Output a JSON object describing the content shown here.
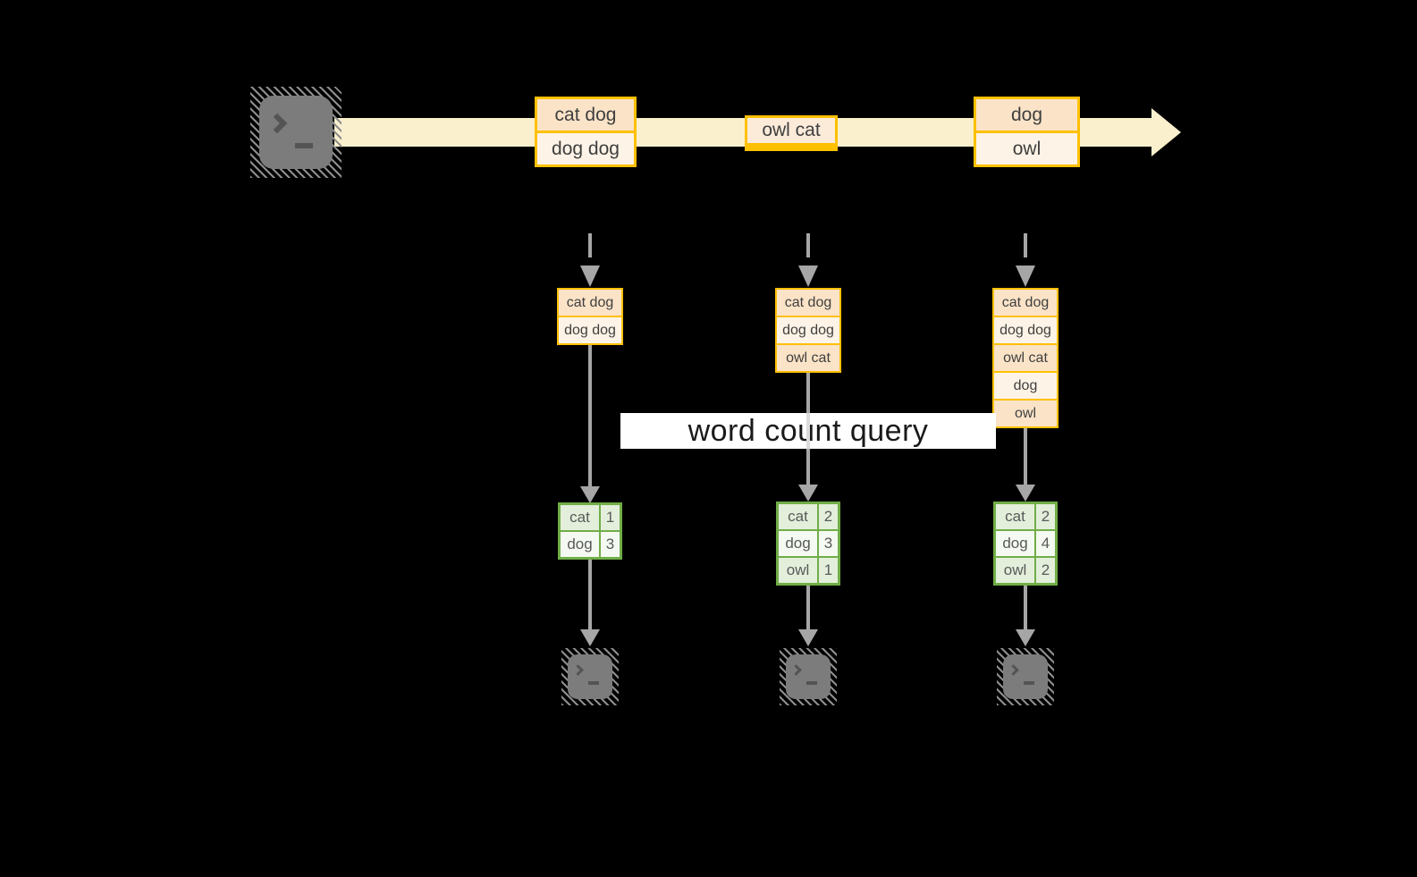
{
  "colors": {
    "background": "#000000",
    "gold_border": "#FFC000",
    "peach_fill": "#FBE3C7",
    "cream_fill": "#FDF3E6",
    "single_box_fill": "#FCEBD9",
    "stream_band": "#FAF0CD",
    "green_border": "#70AD47",
    "green_fill": "#E3EFDB",
    "green_fill_light": "#F4F9F1",
    "arrow_gray": "#A6A6A6",
    "terminal_gray": "#7C7C7C",
    "label_bg": "#FFFFFF",
    "label_text": "#1A1A1A",
    "box_text": "#3F3F3F",
    "table_text": "#595959"
  },
  "icons": {
    "source": "terminal-icon",
    "sinks": [
      "terminal-icon",
      "terminal-icon",
      "terminal-icon"
    ]
  },
  "stream": {
    "batches": [
      [
        "cat dog",
        "dog dog"
      ],
      [
        "owl cat"
      ],
      [
        "dog",
        "owl"
      ]
    ]
  },
  "query": {
    "label": "word count query"
  },
  "columns": [
    {
      "received": [
        "cat dog",
        "dog dog"
      ],
      "counts": [
        [
          "cat",
          "1"
        ],
        [
          "dog",
          "3"
        ]
      ]
    },
    {
      "received": [
        "cat dog",
        "dog dog",
        "owl cat"
      ],
      "counts": [
        [
          "cat",
          "2"
        ],
        [
          "dog",
          "3"
        ],
        [
          "owl",
          "1"
        ]
      ]
    },
    {
      "received": [
        "cat dog",
        "dog dog",
        "owl cat",
        "dog",
        "owl"
      ],
      "counts": [
        [
          "cat",
          "2"
        ],
        [
          "dog",
          "4"
        ],
        [
          "owl",
          "2"
        ]
      ]
    }
  ]
}
